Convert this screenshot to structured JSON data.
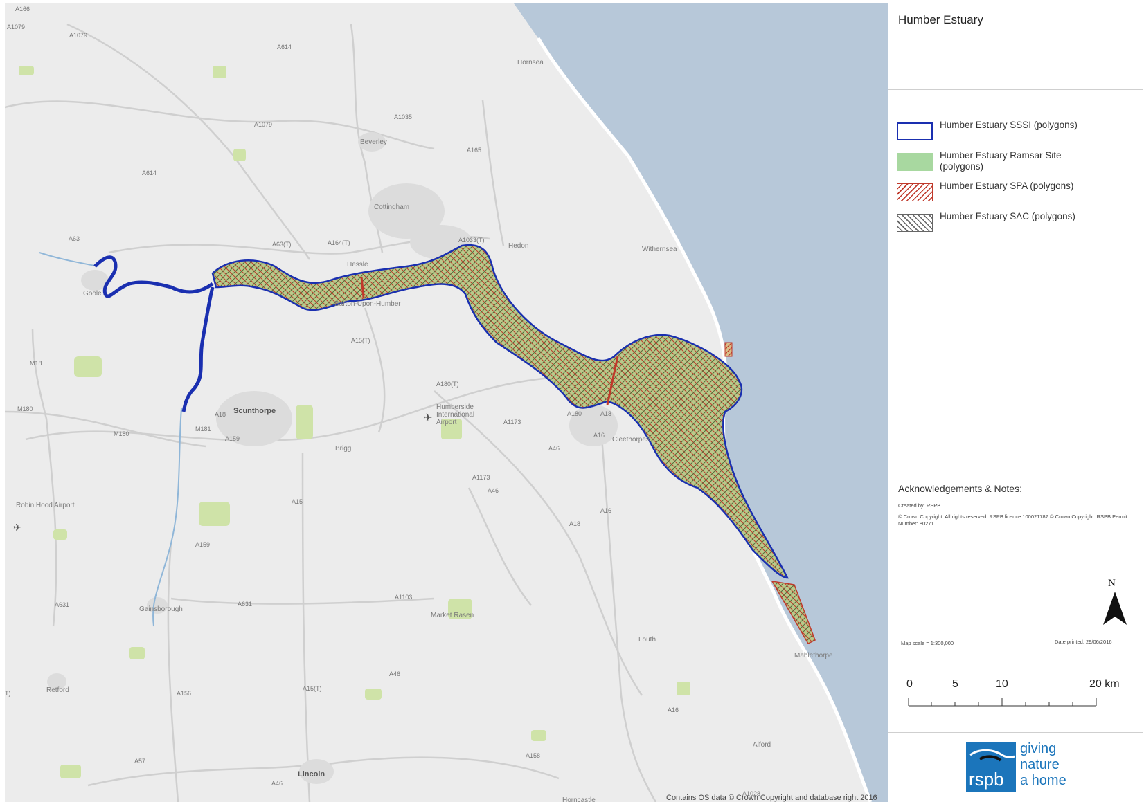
{
  "title": "Humber Estuary",
  "legend": [
    {
      "label": "Humber Estuary SSSI (polygons)",
      "style": "blue-outline",
      "color": "#1a2fb0"
    },
    {
      "label": "Humber Estuary Ramsar Site (polygons)",
      "style": "green-fill",
      "color": "#a8d8a0"
    },
    {
      "label": "Humber Estuary SPA (polygons)",
      "style": "red-hatch",
      "color": "#c0392b"
    },
    {
      "label": "Humber Estuary SAC (polygons)",
      "style": "grey-hatch",
      "color": "#666666"
    }
  ],
  "notes": {
    "heading": "Acknowledgements & Notes:",
    "created_by": "Created by:   RSPB",
    "copyright": "© Crown Copyright. All rights reserved. RSPB licence 100021787 © Crown Copyright. RSPB Permit Number: 80271.",
    "map_scale": "Map scale = 1:300,000",
    "date_printed": "Date printed: 29/06/2016"
  },
  "north_label": "N",
  "scale_bar": {
    "labels": [
      "0",
      "5",
      "10",
      "20 km"
    ]
  },
  "logo": {
    "abbr": "rspb",
    "line1": "giving",
    "line2": "nature",
    "line3": "a home",
    "color": "#1b75bb"
  },
  "attribution": "Contains OS data © Crown Copyright and database right 2016",
  "map": {
    "sea_color": "#b7c8d9",
    "land_color": "#ececec",
    "places": [
      {
        "name": "Hornsea"
      },
      {
        "name": "Beverley"
      },
      {
        "name": "Cottingham"
      },
      {
        "name": "Hedon"
      },
      {
        "name": "Withernsea"
      },
      {
        "name": "Hessle"
      },
      {
        "name": "Barton-Upon-Humber"
      },
      {
        "name": "Humberside International Airport"
      },
      {
        "name": "Brigg"
      },
      {
        "name": "Cleethorpes"
      },
      {
        "name": "Robin Hood Airport"
      },
      {
        "name": "Gainsborough"
      },
      {
        "name": "Market Rasen"
      },
      {
        "name": "Louth"
      },
      {
        "name": "Mablethorpe"
      },
      {
        "name": "Retford"
      },
      {
        "name": "Alford"
      },
      {
        "name": "Horncastle"
      },
      {
        "name": "Goole"
      }
    ],
    "towns": [
      {
        "name": "Scunthorpe"
      },
      {
        "name": "Lincoln"
      }
    ],
    "roads": [
      "A166",
      "A1079",
      "A1079",
      "A614",
      "A1079",
      "A1035",
      "A165",
      "A614",
      "A63",
      "A63(T)",
      "A164(T)",
      "A1033(T)",
      "A15(T)",
      "A180(T)",
      "A1173",
      "A180",
      "A18",
      "A16",
      "A46",
      "M18",
      "M180",
      "M180",
      "M181",
      "A18",
      "A159",
      "A15",
      "A1173",
      "A46",
      "A18",
      "A16",
      "A159",
      "A631",
      "A631",
      "A1103",
      "A46",
      "A15(T)",
      "A156",
      "A16",
      "A57",
      "A46",
      "A158",
      "A1028",
      "T)"
    ]
  }
}
